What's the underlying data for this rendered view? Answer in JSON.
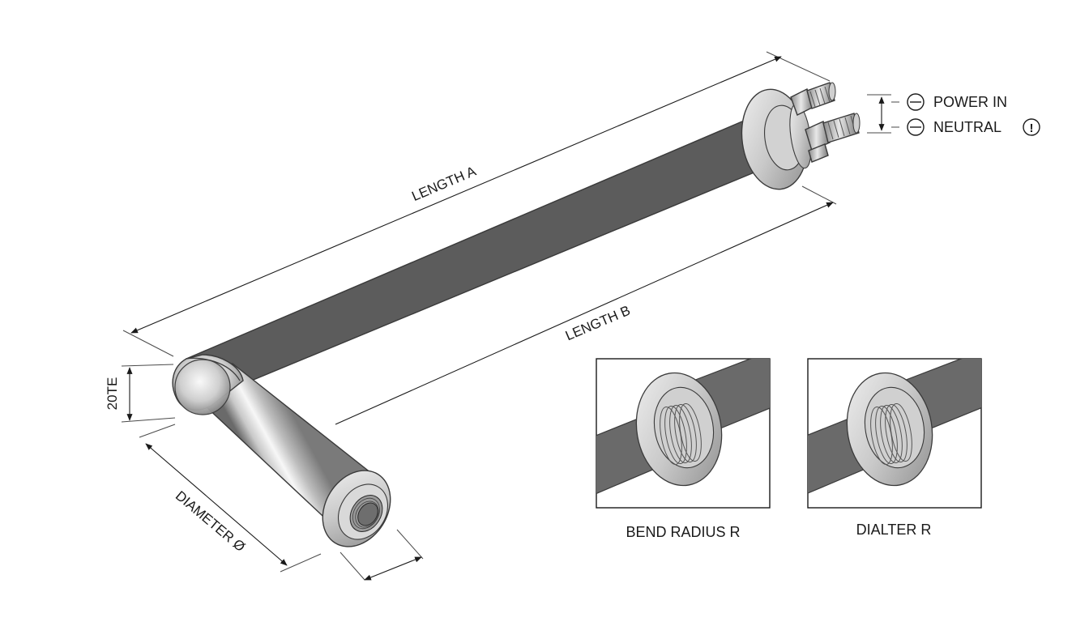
{
  "labels": {
    "length_a": "LENGTH A",
    "length_b": "LENGTH B",
    "height": "20TE",
    "diameter": "DIAMETER Ø",
    "power_in": "POWER IN",
    "neutral": "NEUTRAL",
    "warning_symbol": "!"
  },
  "detail_views": [
    {
      "caption": "BEND RADIUS R"
    },
    {
      "caption": "DIALTER R"
    }
  ],
  "icons": {
    "terminal_symbol": "circle-minus-icon",
    "warning": "warning-circle-icon"
  },
  "colors": {
    "line": "#1a1a1a",
    "metal_light": "#f4f4f4",
    "metal_mid": "#b9b9b9",
    "metal_dark": "#6f6f6f"
  }
}
